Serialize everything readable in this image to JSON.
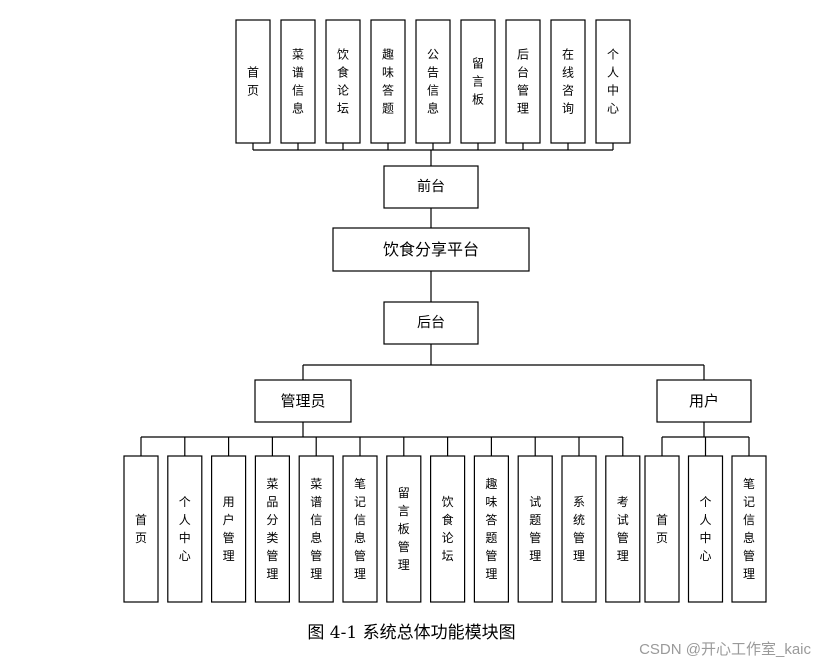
{
  "diagram": {
    "top_modules": [
      "首页",
      "菜谱信息",
      "饮食论坛",
      "趣味答题",
      "公告信息",
      "留言板",
      "后台管理",
      "在线咨询",
      "个人中心"
    ],
    "frontend_label": "前台",
    "platform_label": "饮食分享平台",
    "backend_label": "后台",
    "admin_label": "管理员",
    "user_label": "用户",
    "admin_modules": [
      "首页",
      "个人中心",
      "用户管理",
      "菜品分类管理",
      "菜谱信息管理",
      "笔记信息管理",
      "留言板管理",
      "饮食论坛",
      "趣味答题管理",
      "试题管理",
      "系统管理",
      "考试管理"
    ],
    "user_modules": [
      "首页",
      "个人中心",
      "笔记信息管理"
    ]
  },
  "caption": "图 4-1 系统总体功能模块图",
  "watermark": "CSDN @开心工作室_kaic"
}
